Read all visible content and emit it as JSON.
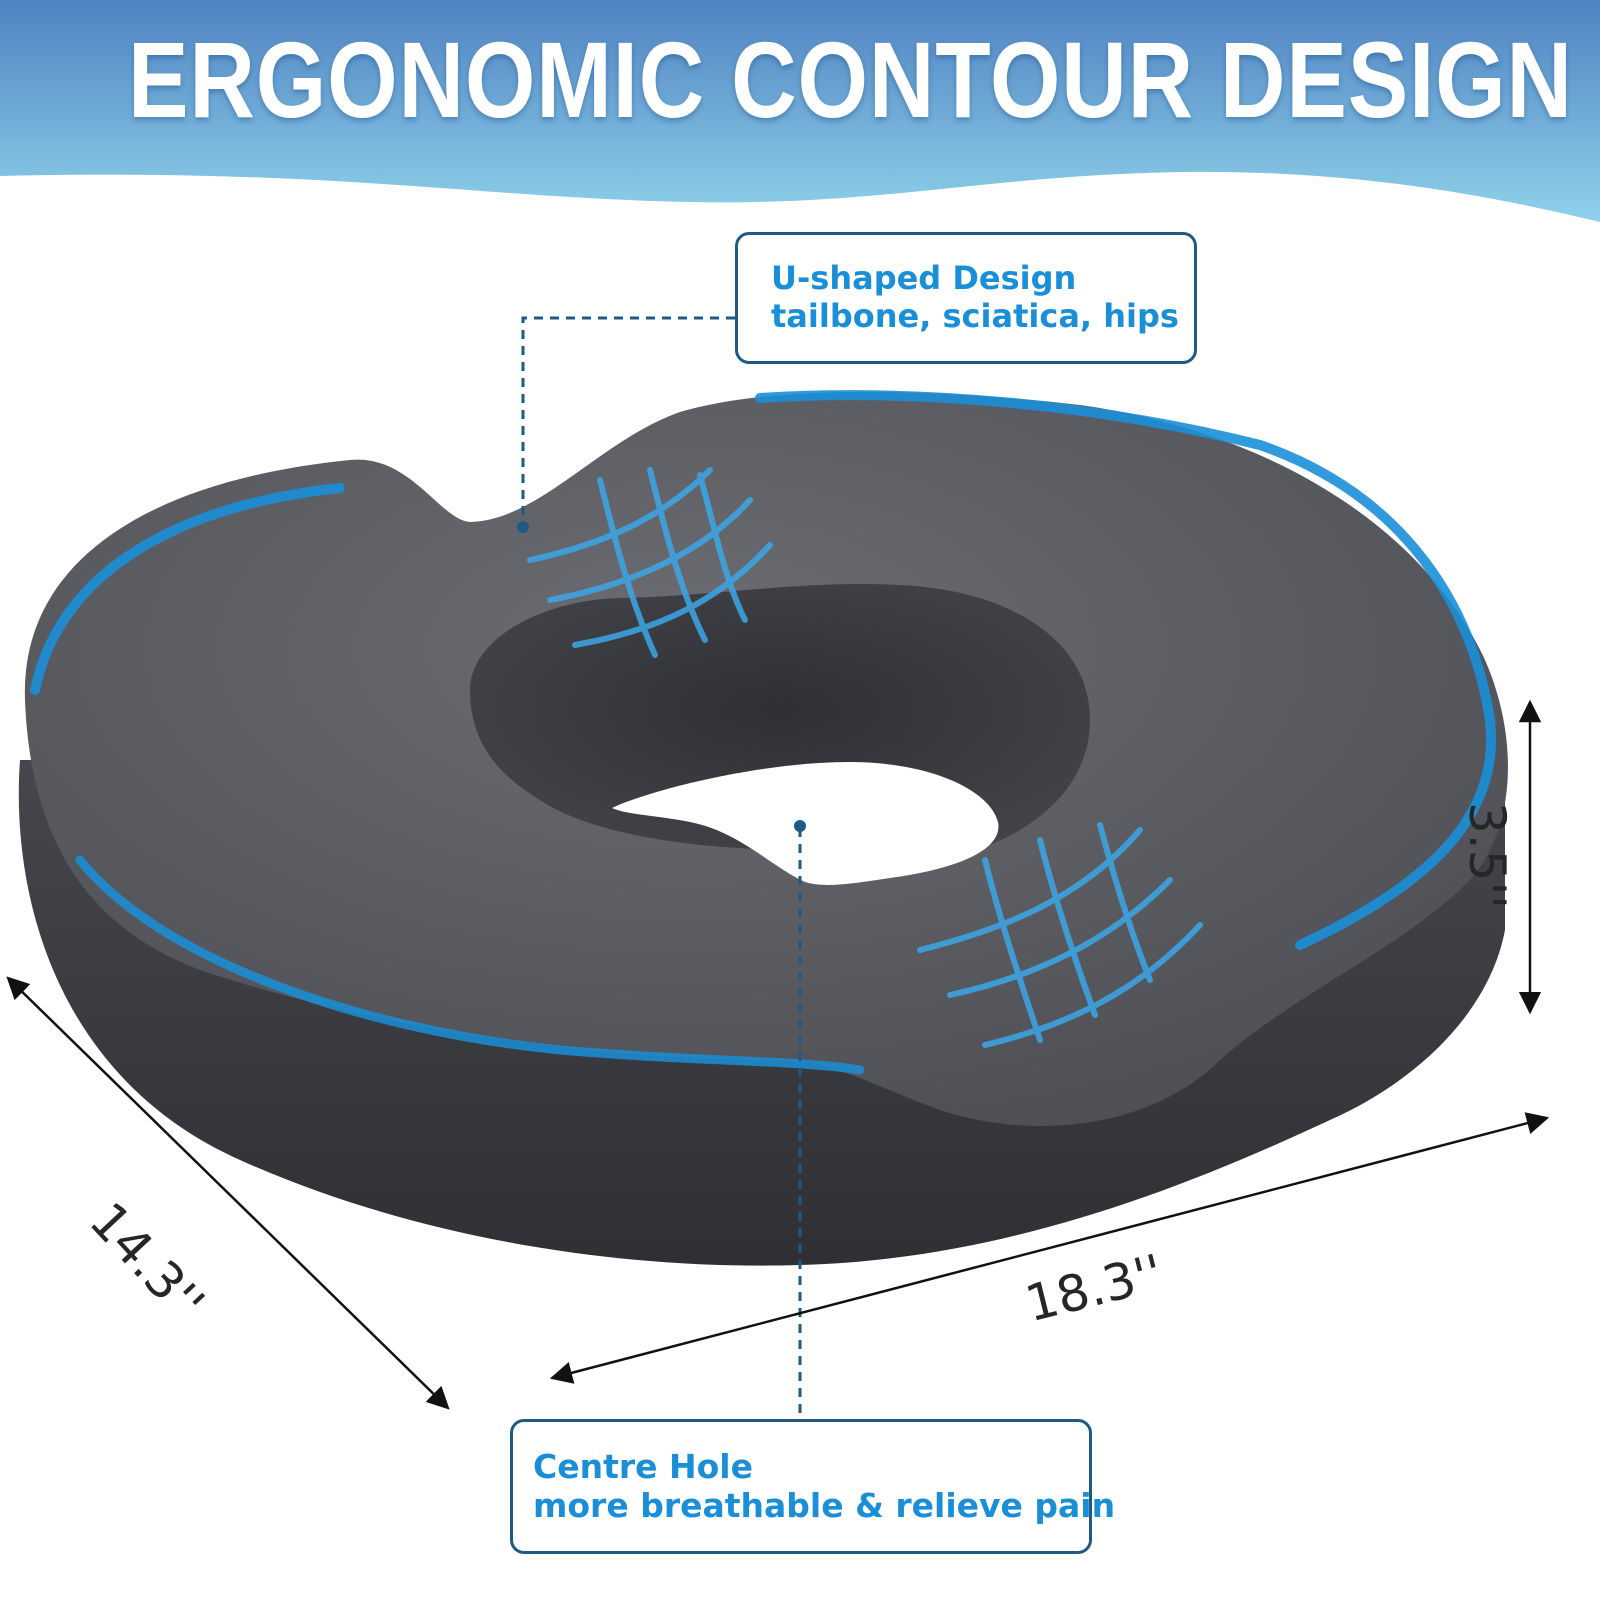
{
  "headline": "ERGONOMIC CONTOUR DESIGN",
  "callouts": {
    "top": {
      "title": "U-shaped Design",
      "detail": "tailbone, sciatica,  hips"
    },
    "bottom": {
      "title": "Centre Hole",
      "detail": "more breathable & relieve pain"
    }
  },
  "dimensions": {
    "width": "18.3''",
    "depth": "14.3''",
    "height": "3.5''"
  },
  "colors": {
    "banner_top": "#4f82c2",
    "banner_bottom": "#8fd2ea",
    "cushion": "#54565b",
    "accent_blue": "#1a8fd8",
    "callout_border": "#1f5a85"
  }
}
